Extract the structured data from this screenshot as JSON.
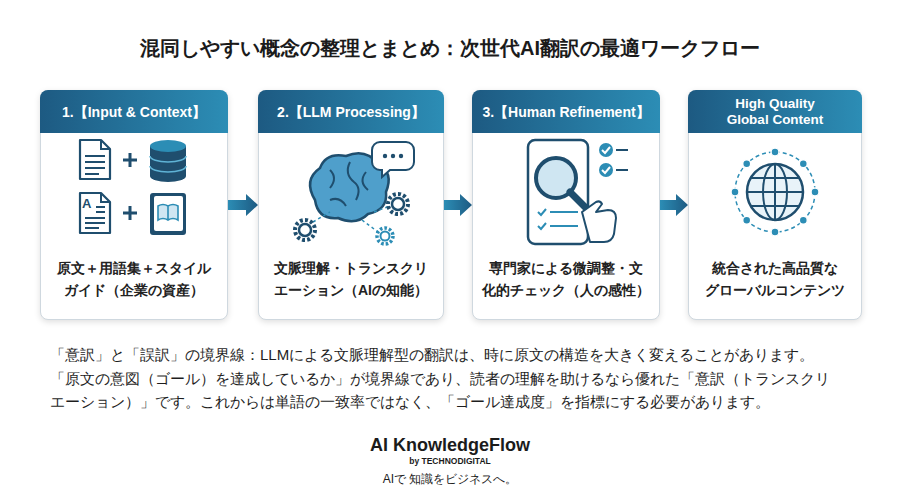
{
  "diagram": {
    "title": "混同しやすい概念の整理とまとめ：次世代AI翻訳の最適ワークフロー",
    "caption": "「意訳」と「誤訳」の境界線：LLMによる文脈理解型の翻訳は、時に原文の構造を大きく変えることがあります。 「原文の意図（ゴール）を達成しているか」が境界線であり、読者の理解を助けるなら優れた「意訳（トランスクリ エーション）」です。これからは単語の一致率ではなく、「ゴール達成度」を指標にする必要があります。",
    "nodes": [
      {
        "text": [
          "1.【Input & Context】",
          "原文＋用語集＋スタイル ガイド（企業の資産）"
        ]
      },
      {
        "text": [
          "2.【LLM Processing】",
          "文脈理解・トランスクリ エーション（AIの知能）"
        ]
      },
      {
        "text": [
          "3.【Human Refinement】",
          "専門家による微調整・文 化的チェック（人の感性）"
        ]
      },
      {
        "text": [
          "High Quality Global Content",
          "統合された高品質な グローバルコンテンツ"
        ]
      }
    ],
    "edges": [
      {
        "from": 0,
        "to": 1,
        "arrow": "to"
      },
      {
        "from": 1,
        "to": 2,
        "arrow": "to"
      },
      {
        "from": 2,
        "to": 3,
        "arrow": "to"
      }
    ],
    "labels": [
      "A",
      "AI KnowledgeFlow",
      "by TECHNODIGITAL",
      "AIで 知識をビジネスへ。"
    ]
  }
}
